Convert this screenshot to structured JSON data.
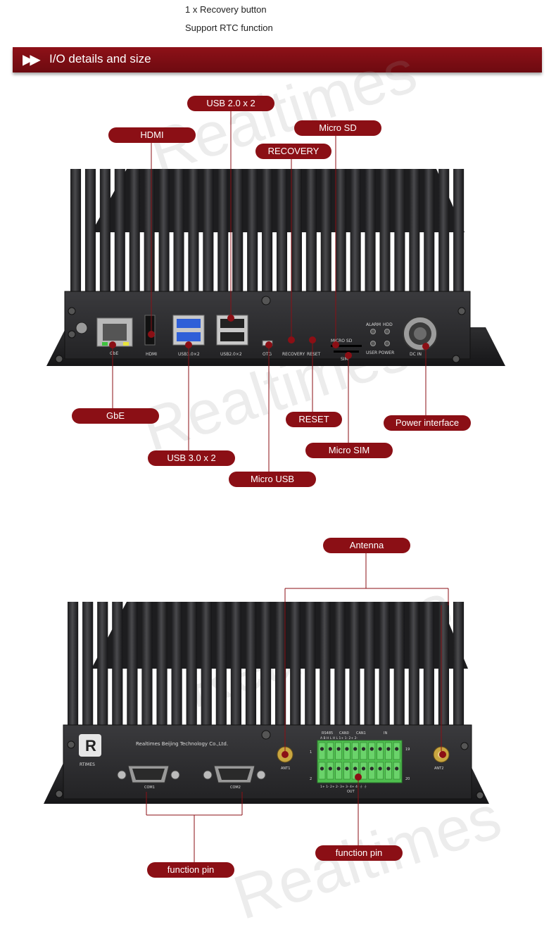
{
  "specs": {
    "recovery": "1 x Recovery button",
    "rtc": "Support RTC function"
  },
  "banner": {
    "arrows": "▶▶",
    "title": "I/O details and size"
  },
  "watermark": "Realtimes",
  "front_labels": {
    "usb2": "USB 2.0 x 2",
    "hdmi": "HDMI",
    "micro_sd": "Micro SD",
    "recovery": "RECOVERY",
    "gbe": "GbE",
    "reset": "RESET",
    "power": "Power interface",
    "micro_sim": "Micro SIM",
    "usb3": "USB 3.0 x 2",
    "micro_usb": "Micro USB"
  },
  "front_panel_print": {
    "gbe": "GbE",
    "hdmi": "HDMI",
    "usb3": "USB3.0×2",
    "usb2": "USB2.0×2",
    "otg": "OTG",
    "recovery": "RECOVERY",
    "reset": "RESET",
    "micro_sd": "MICRO SD",
    "sim": "SIM",
    "alarm": "ALARM",
    "hdd": "HDD",
    "user": "USER",
    "power": "POWER",
    "dcin": "DC IN"
  },
  "rear_labels": {
    "antenna": "Antenna",
    "function_pin_left": "function pin",
    "function_pin_right": "function pin"
  },
  "rear_panel_print": {
    "company": "Realtimes Beijing Technology Co.,Ltd.",
    "logo_text": "RTIMES",
    "com1": "COM1",
    "com2": "COM2",
    "ant1": "ANT1",
    "ant2": "ANT2",
    "rs485": "RS485",
    "can0": "CAN0",
    "can1": "CAN1",
    "in": "IN",
    "out": "OUT",
    "pin1": "1",
    "pin2": "2",
    "pin19": "19",
    "pin20": "20",
    "top_pins": "A  B  H  L  H  L  1+ 1- 2+ 2-",
    "bottom_pins": "1+ 1- 2+ 2- 3+ 3- 4+ 4-  ⏚  ⏚"
  },
  "colors": {
    "accent": "#8b0f15",
    "terminal_green": "#4fbf4f",
    "chassis": "#2b2b2d"
  }
}
